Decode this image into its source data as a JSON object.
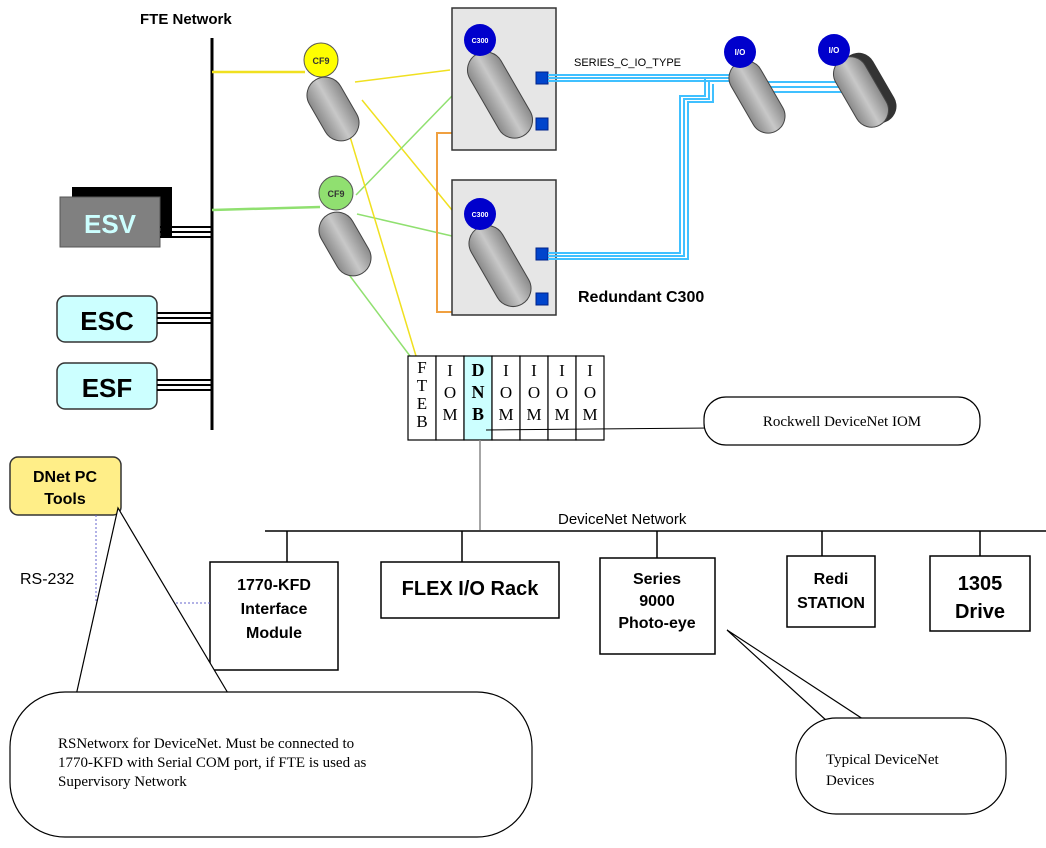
{
  "fte_network_label": "FTE Network",
  "servers": {
    "esv": "ESV",
    "esc": "ESC",
    "esf": "ESF"
  },
  "cf9_label": "CF9",
  "c300_label": "C300",
  "io_label": "I/O",
  "series_io_type": "SERIES_C_IO_TYPE",
  "redundant_label": "Redundant C300",
  "rack": {
    "slots": [
      {
        "letters": [
          "F",
          "T",
          "E",
          "B"
        ]
      },
      {
        "letters": [
          "I",
          "O",
          "M"
        ]
      },
      {
        "letters": [
          "D",
          "N",
          "B"
        ]
      },
      {
        "letters": [
          "I",
          "O",
          "M"
        ]
      },
      {
        "letters": [
          "I",
          "O",
          "M"
        ]
      },
      {
        "letters": [
          "I",
          "O",
          "M"
        ]
      },
      {
        "letters": [
          "I",
          "O",
          "M"
        ]
      }
    ]
  },
  "callouts": {
    "rockwell": "Rockwell DeviceNet IOM",
    "rsnetworx": [
      "RSNetworx for DeviceNet.  Must be connected to",
      "1770-KFD with Serial COM port, if FTE is used as",
      "Supervisory Network"
    ],
    "typical": [
      "Typical DeviceNet",
      "Devices"
    ]
  },
  "dnet_tools": [
    "DNet PC",
    "Tools"
  ],
  "rs232_label": "RS-232",
  "devicenet_network_label": "DeviceNet Network",
  "devices": {
    "kfd": [
      "1770-KFD",
      "Interface",
      "Module"
    ],
    "flex": "FLEX I/O Rack",
    "series9000": [
      "Series",
      "9000",
      "Photo-eye"
    ],
    "redi": [
      "Redi",
      "STATION"
    ],
    "drive": [
      "1305",
      "Drive"
    ]
  },
  "colors": {
    "yellow_link": "#f0e020",
    "green_link": "#90e070",
    "orange_link": "#f0a040",
    "blue_io": "#40c0ff",
    "dnb_fill": "#ccffff",
    "server_fill": "#ccffff",
    "tools_fill": "#ffee88"
  }
}
